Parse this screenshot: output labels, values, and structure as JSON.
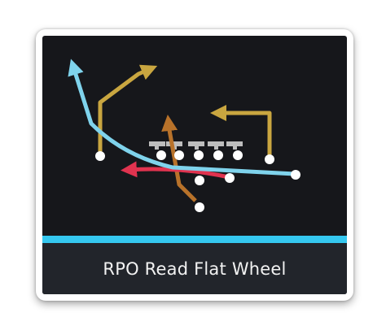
{
  "play": {
    "name": "RPO Read Flat Wheel"
  },
  "colors": {
    "field_background": "#16171b",
    "caption_background": "#22252b",
    "accent_bar": "#35c8f0",
    "route_wheel": "#7fd3ec",
    "route_gold": "#c9a640",
    "route_orange": "#b8722a",
    "route_red": "#e0334f",
    "player": "#ffffff",
    "lineman": "#bdbdbd"
  },
  "icons": {
    "player": "circle",
    "lineman": "t-block",
    "route_end": "arrow-head"
  }
}
